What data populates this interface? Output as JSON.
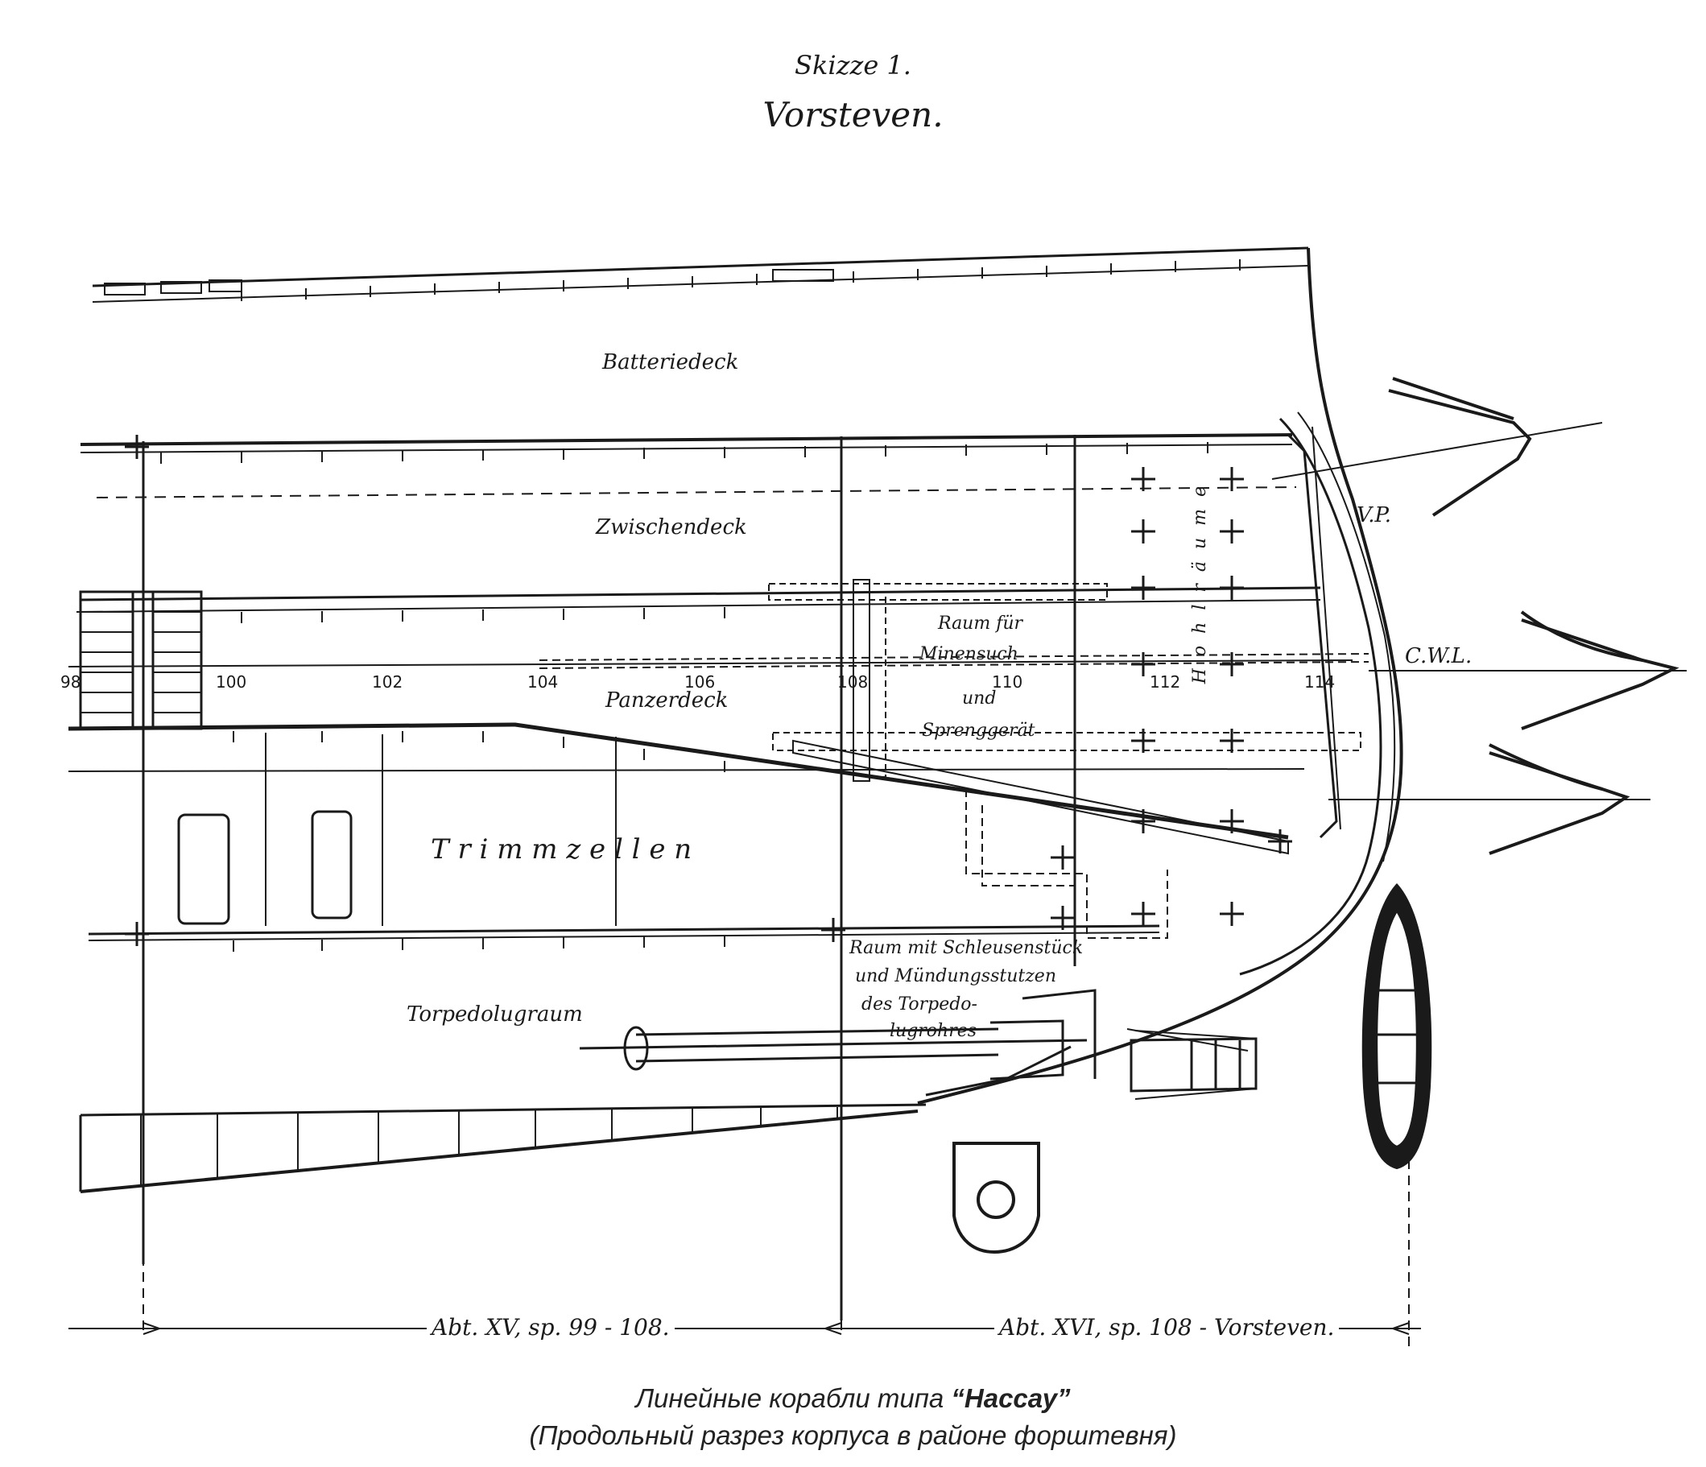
{
  "header": {
    "sketch": "Skizze 1.",
    "title": "Vorsteven."
  },
  "labels": {
    "batteriedeck": "Batteriedeck",
    "zwischendeck": "Zwischendeck",
    "panzerdeck": "Panzerdeck",
    "trimmzellen": "T r i m m z e l l e n",
    "torpedo_room": "Torpedolugraum",
    "raum_fuer_1": "Raum für",
    "raum_fuer_2": "Minensuch",
    "raum_fuer_3": "und",
    "raum_fuer_4": "Sprenggerät",
    "raum_mit_1": "Raum mit Schleusenstück",
    "raum_mit_2": "und Mündungsstutzen",
    "raum_mit_3": "des Torpedo-",
    "raum_mit_4": "lugrohres",
    "hohlraume": "H o h l r ä u m e",
    "vp": "V.P.",
    "cwl": "C.W.L.",
    "abt_xv": "Abt. XV, sp. 99 - 108.",
    "abt_xvi": "Abt. XVI, sp. 108 - Vorsteven."
  },
  "frames": {
    "f98": "98",
    "f100": "100",
    "f102": "102",
    "f104": "104",
    "f106": "106",
    "f108": "108",
    "f110": "110",
    "f112": "112",
    "f114": "114"
  },
  "caption": {
    "line1_prefix": "Линейные корабли типа ",
    "line1_name": "“Нассау”",
    "line2": "(Продольный разрез корпуса в районе форштевня)"
  },
  "colors": {
    "ink": "#1a1a1a",
    "paper": "#ffffff"
  }
}
